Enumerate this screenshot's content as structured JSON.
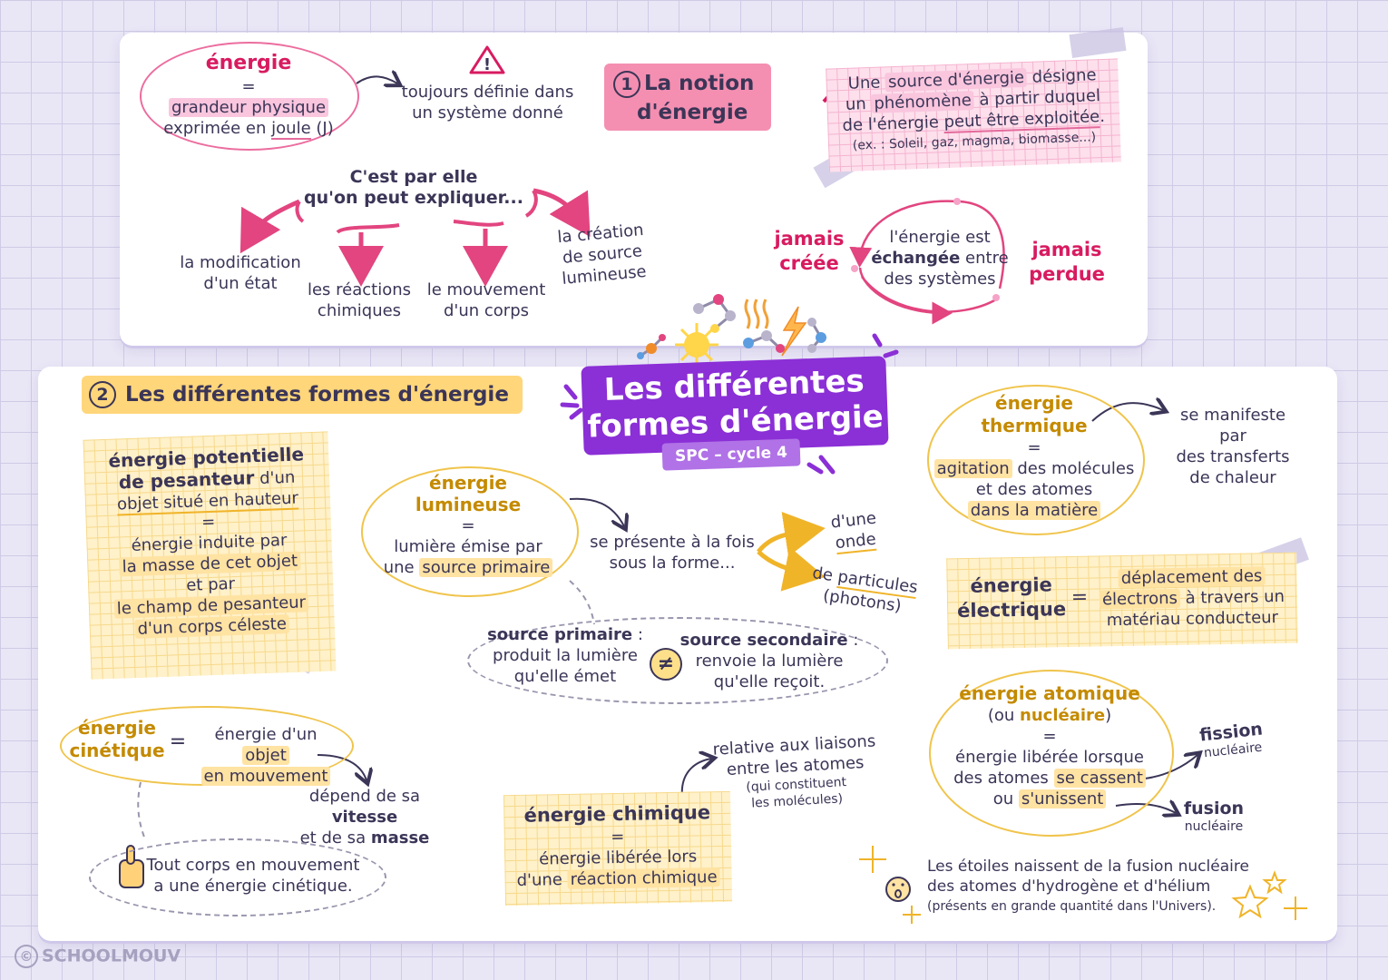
{
  "main_title": {
    "line1": "Les différentes",
    "line2": "formes d'énergie",
    "subtitle": "SPC – cycle 4"
  },
  "section1": {
    "number": "1",
    "title_line1": "La notion",
    "title_line2": "d'énergie",
    "energie_def": {
      "word": "énergie",
      "eq": "=",
      "line1": "grandeur physique",
      "line2_a": "exprimée en ",
      "line2_b": "joule",
      "line2_c": " (J)"
    },
    "toujours": {
      "line1": "toujours définie dans",
      "line2": "un système donné"
    },
    "source_def": {
      "w1": "Une ",
      "w2": "source d'énergie",
      "w3": " désigne",
      "l2a": "un ",
      "l2b": "phénomène",
      "l2c": " à partir duquel",
      "l3a": "de l'énergie ",
      "l3b": "peut être exploitée",
      "l3c": ".",
      "l4": "(ex. : Soleil, gaz, magma, biomasse...)"
    },
    "explain_title": {
      "line1": "C'est par elle",
      "line2": "qu'on peut expliquer..."
    },
    "explain_items": [
      {
        "line1": "la modification",
        "line2": "d'un état"
      },
      {
        "line1": "les réactions",
        "line2": "chimiques"
      },
      {
        "line1": "le mouvement",
        "line2": "d'un corps"
      },
      {
        "line1": "la création",
        "line2": "de source",
        "line3": "lumineuse"
      }
    ],
    "jamais_creee": {
      "line1": "jamais",
      "line2": "créée"
    },
    "jamais_perdue": {
      "line1": "jamais",
      "line2": "perdue"
    },
    "echangee": {
      "line1": "l'énergie est",
      "line2a": "échangée",
      "line2b": " entre",
      "line3": "des systèmes"
    }
  },
  "section2": {
    "number": "2",
    "title": "Les différentes formes d'énergie",
    "potentielle": {
      "l1": "énergie potentielle",
      "l2a": "de pesanteur",
      "l2b": " d'un",
      "l3": "objet situé en hauteur",
      "eq": "=",
      "l4": "énergie induite par",
      "l5": "la masse de cet objet",
      "l6": "et par",
      "l7": "le champ de pesanteur",
      "l8": "d'un corps céleste"
    },
    "lumineuse": {
      "l1": "énergie",
      "l2": "lumineuse",
      "eq": "=",
      "l3": "lumière émise par",
      "l4a": "une ",
      "l4b": "source primaire"
    },
    "presente": {
      "l1": "se présente à la fois",
      "l2": "sous la forme..."
    },
    "onde": {
      "a": "d'une ",
      "b": "onde"
    },
    "particules": {
      "a": "de ",
      "b": "particules",
      "c": "(photons)"
    },
    "sources": {
      "prim_title": "source primaire",
      "prim_colon": " :",
      "prim_l1": "produit la lumière",
      "prim_l2": "qu'elle émet",
      "neq": "≠",
      "sec_title": "source secondaire",
      "sec_colon": " :",
      "sec_l1": "renvoie la lumière",
      "sec_l2": "qu'elle reçoit."
    },
    "thermique": {
      "l1": "énergie",
      "l2": "thermique",
      "eq": "=",
      "l3a": "agitation",
      "l3b": " des molécules",
      "l4": "et des atomes",
      "l5": "dans la matière"
    },
    "thermique_note": {
      "l1": "se manifeste par",
      "l2": "des transferts",
      "l3": "de chaleur"
    },
    "electrique": {
      "l1": "énergie",
      "l2": "électrique",
      "eq": "=",
      "r1": "déplacement des",
      "r2a": "électrons",
      "r2b": " à travers un",
      "r3": "matériau conducteur"
    },
    "cinetique": {
      "l1": "énergie",
      "l2": "cinétique",
      "eq": "=",
      "r1a": "énergie d'un ",
      "r1b": "objet",
      "r2": "en mouvement"
    },
    "vitesse": {
      "l1a": "dépend de sa ",
      "l1b": "vitesse",
      "l2a": "et de sa ",
      "l2b": "masse"
    },
    "tout_corps": {
      "l1": "Tout corps en mouvement",
      "l2": "a une énergie cinétique."
    },
    "chimique": {
      "l1": "énergie chimique",
      "eq": "=",
      "l2": "énergie libérée lors",
      "l3a": "d'une ",
      "l3b": "réaction chimique"
    },
    "liaisons": {
      "l1": "relative aux liaisons",
      "l2": "entre les atomes",
      "l3": "(qui constituent",
      "l4": "les molécules)"
    },
    "atomique": {
      "l1": "énergie atomique",
      "l2a": "(ou ",
      "l2b": "nucléaire",
      "l2c": ")",
      "eq": "=",
      "l3": "énergie libérée lorsque",
      "l4a": "des atomes ",
      "l4b": "se cassent",
      "l5a": "ou ",
      "l5b": "s'unissent"
    },
    "fission": {
      "l1": "fission",
      "l2": "nucléaire"
    },
    "fusion": {
      "l1": "fusion",
      "l2": "nucléaire"
    },
    "etoiles": {
      "l1": "Les étoiles naissent de la fusion nucléaire",
      "l2": "des atomes d'hydrogène et d'hélium",
      "l3": "(présents en grande quantité dans l'Univers)."
    }
  },
  "footer": {
    "brand": "SCHOOLMOUV",
    "copyright": "©"
  },
  "colors": {
    "pink": "#d81b60",
    "pink_light": "#f9c6de",
    "yellow": "#ffe3a3",
    "gold": "#c48a00",
    "purple": "#8b2fd6",
    "ink": "#3b3557"
  }
}
